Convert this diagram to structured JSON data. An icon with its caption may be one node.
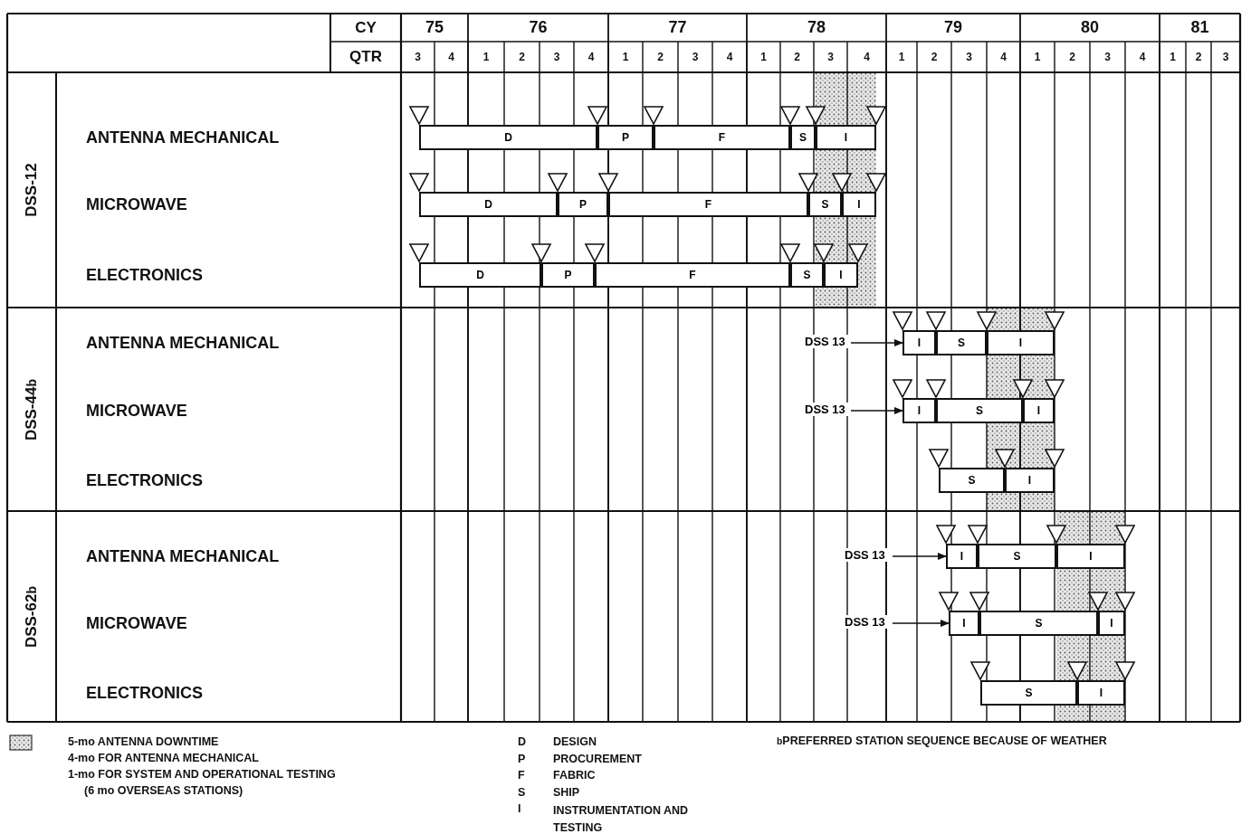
{
  "diagram": {
    "nodes": [
      {
        "text": [
          "D"
        ]
      },
      {
        "text": [
          "P"
        ]
      },
      {
        "text": [
          "F"
        ]
      },
      {
        "text": [
          "S"
        ]
      },
      {
        "text": [
          "I"
        ]
      },
      {
        "text": [
          "D"
        ]
      },
      {
        "text": [
          "P"
        ]
      },
      {
        "text": [
          "F"
        ]
      },
      {
        "text": [
          "S"
        ]
      },
      {
        "text": [
          "I"
        ]
      },
      {
        "text": [
          "D"
        ]
      },
      {
        "text": [
          "P"
        ]
      },
      {
        "text": [
          "F"
        ]
      },
      {
        "text": [
          "S"
        ]
      },
      {
        "text": [
          "I"
        ]
      },
      {
        "text": [
          "DSS 13"
        ]
      },
      {
        "text": [
          "I"
        ]
      },
      {
        "text": [
          "S"
        ]
      },
      {
        "text": [
          "I"
        ]
      },
      {
        "text": [
          "DSS 13"
        ]
      },
      {
        "text": [
          "I"
        ]
      },
      {
        "text": [
          "S"
        ]
      },
      {
        "text": [
          "I"
        ]
      },
      {
        "text": [
          "S"
        ]
      },
      {
        "text": [
          "I"
        ]
      },
      {
        "text": [
          "DSS 13"
        ]
      },
      {
        "text": [
          "I"
        ]
      },
      {
        "text": [
          "S"
        ]
      },
      {
        "text": [
          "I"
        ]
      },
      {
        "text": [
          "DSS 13"
        ]
      },
      {
        "text": [
          "I"
        ]
      },
      {
        "text": [
          "S"
        ]
      },
      {
        "text": [
          "I"
        ]
      },
      {
        "text": [
          "S"
        ]
      },
      {
        "text": [
          "I"
        ]
      }
    ],
    "edges": [
      {
        "from": 15,
        "to": 16,
        "arrow": "to"
      },
      {
        "from": 19,
        "to": 20,
        "arrow": "to"
      },
      {
        "from": 25,
        "to": 26,
        "arrow": "to"
      },
      {
        "from": 29,
        "to": 30,
        "arrow": "to"
      }
    ],
    "labels": [
      "CY",
      "75",
      "76",
      "77",
      "78",
      "79",
      "80",
      "81",
      "QTR",
      "3",
      "4",
      "1",
      "2",
      "3",
      "4",
      "1",
      "2",
      "3",
      "4",
      "1",
      "2",
      "3",
      "4",
      "1",
      "2",
      "3",
      "4",
      "1",
      "2",
      "3",
      "4",
      "1",
      "2",
      "3",
      "DSS-12",
      "ANTENNA MECHANICAL",
      "MICROWAVE",
      "ELECTRONICS",
      "DSS-44$^{b}$",
      "ANTENNA MECHANICAL",
      "MICROWAVE",
      "ELECTRONICS",
      "DSS-62$^{b}$",
      "ANTENNA MECHANICAL",
      "MICROWAVE",
      "ELECTRONICS",
      "4-mo FOR ANTENNA MECHANICAL",
      "1-mo FOR SYSTEM AND OPERATIONAL TESTING",
      "(6 mo OVERSEAS STATIONS)",
      "D",
      "DESIGN",
      "P",
      "PROCUREMENT",
      "F",
      "FABRIC",
      "S",
      "SHIP",
      "I",
      "INSTRUMENTATION AND TESTING",
      "$^{b}$PREFERRED STATION SEQUENCE BECAUSE OF WEATHER"
    ],
    "legend": [
      {
        "text": "5-mo ANTENNA DOWNTIME"
      }
    ]
  }
}
